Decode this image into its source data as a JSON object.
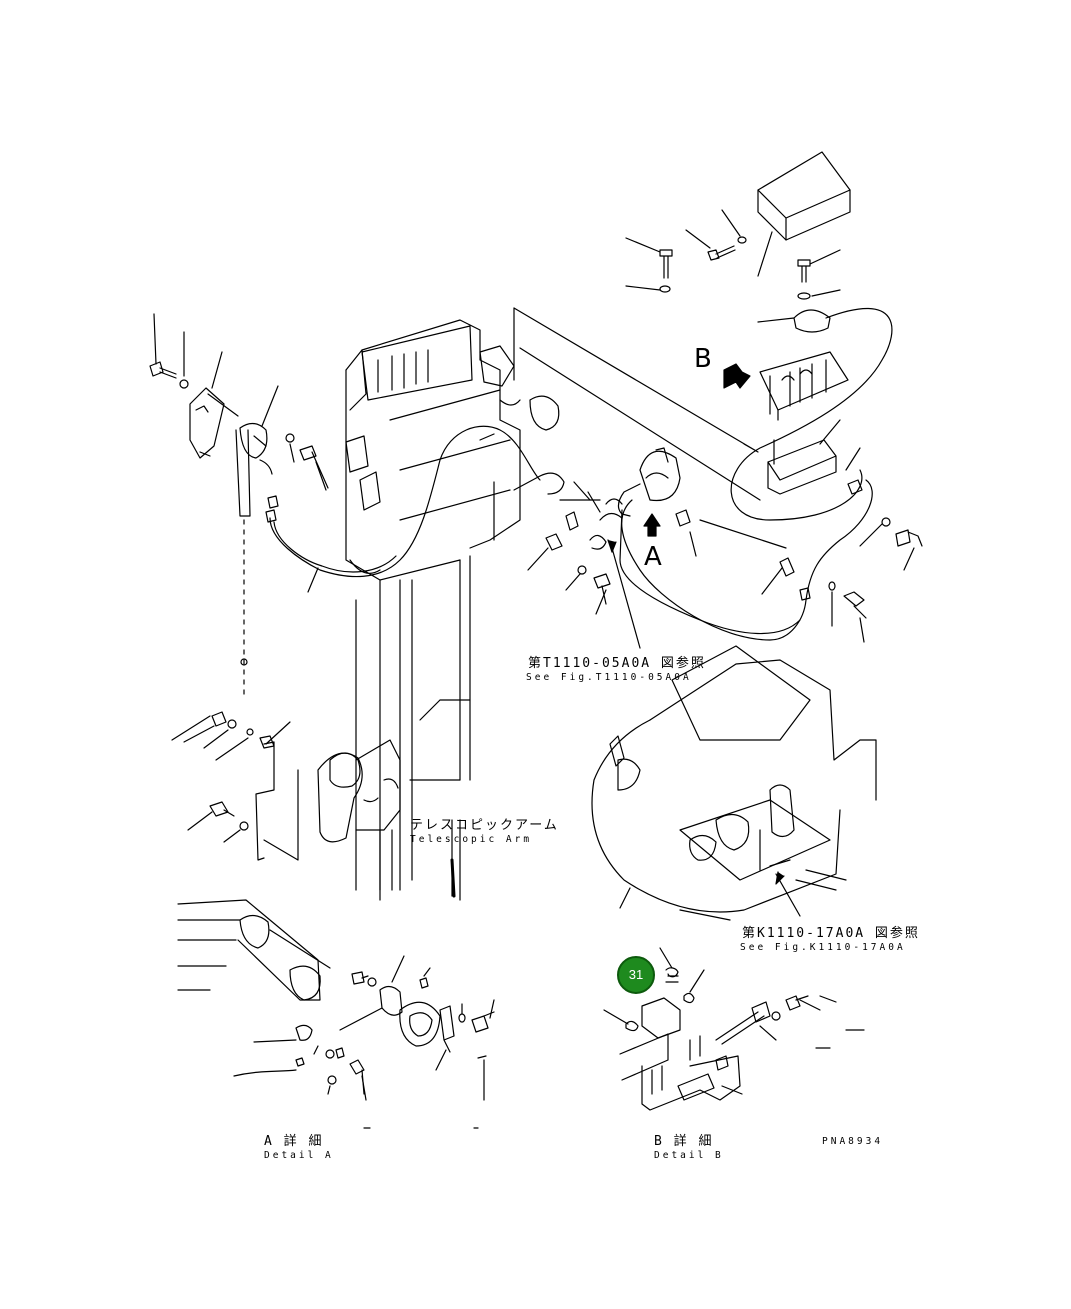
{
  "labels": {
    "view_a_letter": "A",
    "view_b_letter": "B",
    "see_fig_1_jp": "第T1110-05A0A 図参照",
    "see_fig_1_en": "See Fig.T1110-05A0A",
    "telescopic_arm_jp": "テレスコピックアーム",
    "telescopic_arm_en": "Telescopic Arm",
    "see_fig_2_jp": "第K1110-17A0A 図参照",
    "see_fig_2_en": "See Fig.K1110-17A0A",
    "detail_a_jp": "A 詳 細",
    "detail_a_en": "Detail A",
    "detail_b_jp": "B 詳 細",
    "detail_b_en": "Detail B",
    "drawing_code": "PNA8934"
  },
  "callout": {
    "part_number": "31",
    "color": "#1e8a1e"
  },
  "colors": {
    "line": "#000000",
    "background": "#ffffff"
  }
}
